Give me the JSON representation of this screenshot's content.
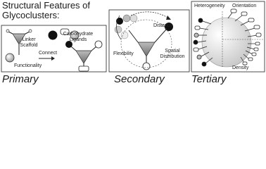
{
  "title": "Structural Features of Glycoclusters:",
  "primary": {
    "caption": "Primary",
    "linker_label": "Linker Scaffold",
    "functionality_label": "Functionality",
    "connect_label": "Connect",
    "ligands_label": "Carbohydrate Ligands"
  },
  "secondary": {
    "caption": "Secondary",
    "distance_label": "Distance",
    "flexibility_label": "Flexibility",
    "spatial_label": "Spatial Distribution"
  },
  "tertiary": {
    "caption": "Tertiary",
    "heterogeneity_label": "Heterogeneity",
    "orientation_label": "Orientation",
    "density_label": "Density"
  }
}
